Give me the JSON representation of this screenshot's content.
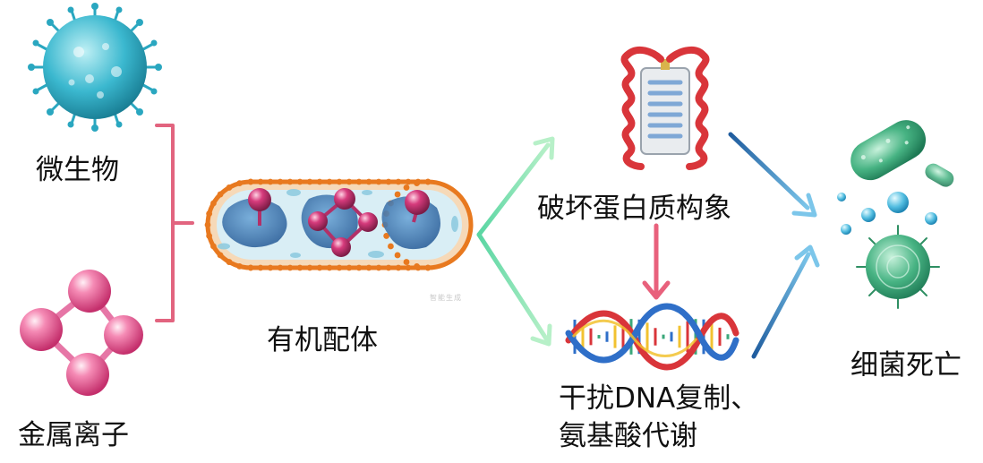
{
  "labels": {
    "microbe": "微生物",
    "metal_ion": "金属离子",
    "ligand": "有机配体",
    "protein": "破坏蛋白质构象",
    "dna_line1": "干扰DNA复制、",
    "dna_line2": "氨基酸代谢",
    "death": "细菌死亡"
  },
  "watermark": "智能生成",
  "icons": {
    "virus": "virus-icon",
    "metal_cluster": "metal-ion-cluster-icon",
    "mof_rod": "mof-rod-icon",
    "protein": "protein-helix-icon",
    "dna": "dna-double-helix-icon",
    "bacteria": "dead-bacteria-icon"
  },
  "colors": {
    "bracket": "#e2647f",
    "arrow_green": "#6fd9a8",
    "arrow_pink": "#e8617c",
    "arrow_blue": "#2c7fb8",
    "virus": "#3bb8cf",
    "metal_ball": "#e3478a",
    "rod_shell": "#e8791f",
    "protein_red": "#d9353a",
    "bacteria_green": "#3aa77a"
  }
}
